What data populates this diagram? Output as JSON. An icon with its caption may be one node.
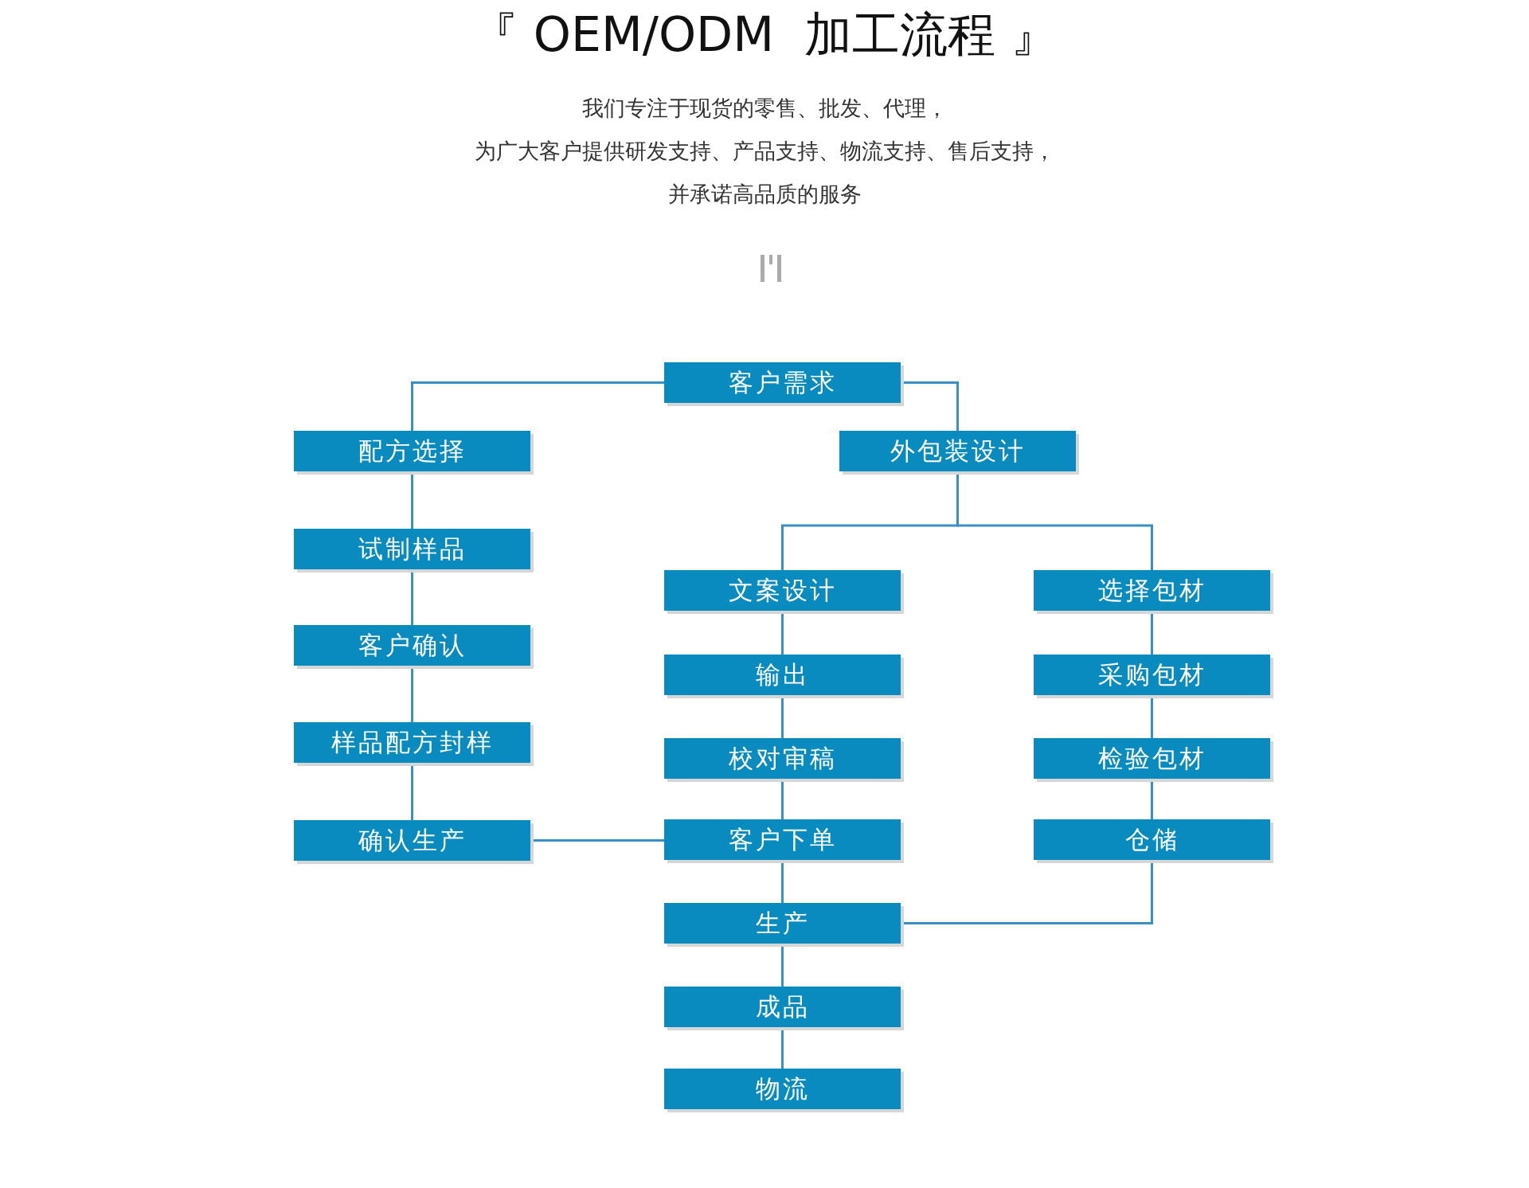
{
  "diagram": {
    "title": "『 OEM/ODM  加工流程 』",
    "nodes": [
      {
        "text": [
          "客户需求"
        ]
      },
      {
        "text": [
          "配方选择"
        ]
      },
      {
        "text": [
          "外包装设计"
        ]
      },
      {
        "text": [
          "试制样品"
        ]
      },
      {
        "text": [
          "文案设计"
        ]
      },
      {
        "text": [
          "选择包材"
        ]
      },
      {
        "text": [
          "客户确认"
        ]
      },
      {
        "text": [
          "输出"
        ]
      },
      {
        "text": [
          "采购包材"
        ]
      },
      {
        "text": [
          "样品配方封样"
        ]
      },
      {
        "text": [
          "校对审稿"
        ]
      },
      {
        "text": [
          "检验包材"
        ]
      },
      {
        "text": [
          "确认生产"
        ]
      },
      {
        "text": [
          "客户下单"
        ]
      },
      {
        "text": [
          "仓储"
        ]
      },
      {
        "text": [
          "生产"
        ]
      },
      {
        "text": [
          "成品"
        ]
      },
      {
        "text": [
          "物流"
        ]
      }
    ],
    "edges": [
      {
        "from": 0,
        "to": 1,
        "arrow": "none"
      },
      {
        "from": 0,
        "to": 2,
        "arrow": "none"
      },
      {
        "from": 1,
        "to": 3,
        "arrow": "none"
      },
      {
        "from": 3,
        "to": 6,
        "arrow": "none"
      },
      {
        "from": 6,
        "to": 9,
        "arrow": "none"
      },
      {
        "from": 9,
        "to": 12,
        "arrow": "none"
      },
      {
        "from": 12,
        "to": 13,
        "arrow": "none"
      },
      {
        "from": 2,
        "to": 4,
        "arrow": "none"
      },
      {
        "from": 2,
        "to": 5,
        "arrow": "none"
      },
      {
        "from": 4,
        "to": 7,
        "arrow": "none"
      },
      {
        "from": 7,
        "to": 10,
        "arrow": "none"
      },
      {
        "from": 10,
        "to": 13,
        "arrow": "none"
      },
      {
        "from": 13,
        "to": 15,
        "arrow": "none"
      },
      {
        "from": 15,
        "to": 16,
        "arrow": "none"
      },
      {
        "from": 16,
        "to": 17,
        "arrow": "none"
      },
      {
        "from": 5,
        "to": 8,
        "arrow": "none"
      },
      {
        "from": 8,
        "to": 11,
        "arrow": "none"
      },
      {
        "from": 11,
        "to": 14,
        "arrow": "none"
      },
      {
        "from": 14,
        "to": 15,
        "arrow": "none"
      }
    ],
    "labels": [
      "我们专注于现货的零售、批发、代理，",
      "为广大客户提供研发支持、产品支持、物流支持、售后支持，",
      "并承诺高品质的服务"
    ]
  }
}
